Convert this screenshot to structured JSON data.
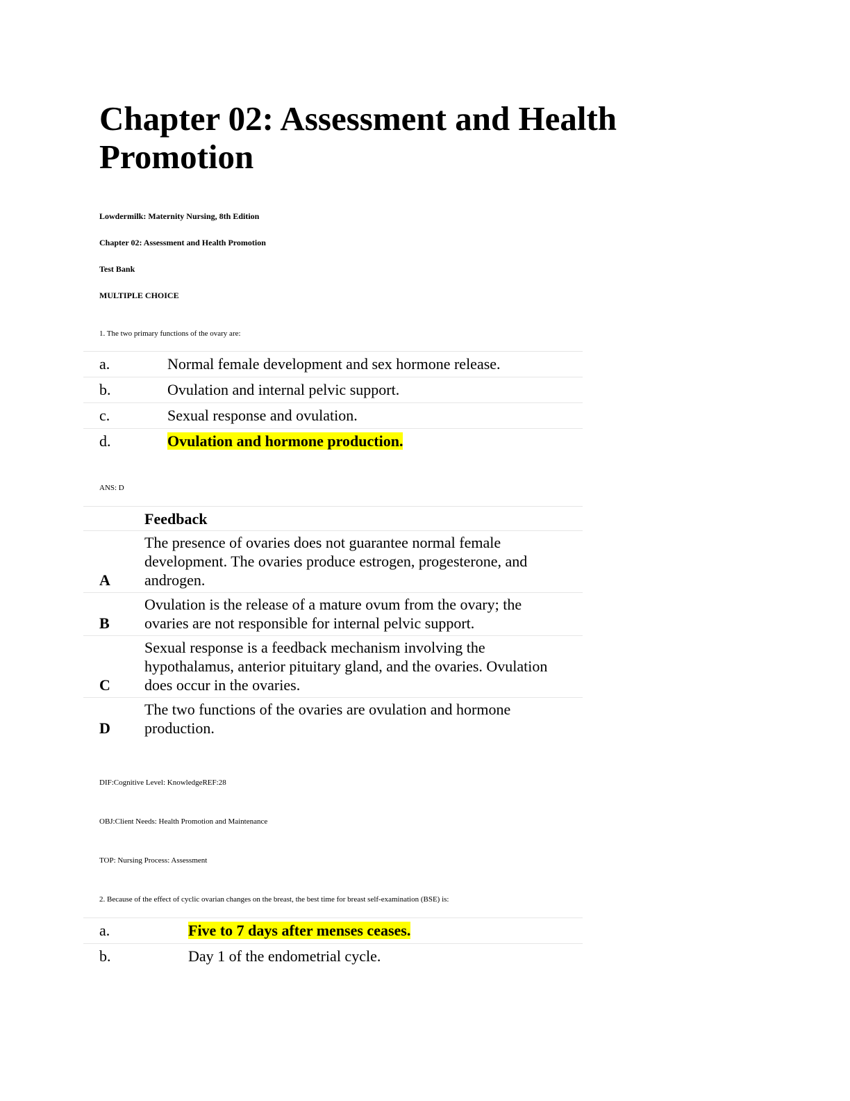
{
  "title": "Chapter 02: Assessment and Health Promotion",
  "header": {
    "book": "Lowdermilk: Maternity Nursing, 8th Edition",
    "chapter": "Chapter 02: Assessment and Health Promotion",
    "type": "Test Bank",
    "section": "MULTIPLE CHOICE"
  },
  "q1": {
    "question": "1. The two primary functions of the ovary are:",
    "options": [
      {
        "letter": "a.",
        "text": "Normal female development and sex hormone release."
      },
      {
        "letter": "b.",
        "text": "Ovulation and internal pelvic support."
      },
      {
        "letter": "c.",
        "text": "Sexual response and ovulation."
      },
      {
        "letter": "d.",
        "text": "Ovulation and hormone production."
      }
    ],
    "answer": "ANS: D",
    "feedback_header": "Feedback",
    "feedback": [
      {
        "key": "A",
        "text": "The presence of ovaries does not guarantee normal female development. The ovaries produce estrogen, progesterone, and androgen."
      },
      {
        "key": "B",
        "text": "Ovulation is the release of a mature ovum from the ovary; the ovaries are not responsible for internal pelvic support."
      },
      {
        "key": "C",
        "text": "Sexual response is a feedback mechanism involving the hypothalamus, anterior pituitary gland, and the ovaries. Ovulation does occur in the ovaries."
      },
      {
        "key": "D",
        "text": "The two functions of the ovaries are ovulation and hormone production."
      }
    ],
    "dif": "DIF:Cognitive Level: KnowledgeREF:28",
    "obj": "OBJ:Client Needs: Health Promotion and Maintenance",
    "top": "TOP: Nursing Process: Assessment"
  },
  "q2": {
    "question": "2. Because of the effect of cyclic ovarian changes on the breast, the best time for breast self-examination (BSE) is:",
    "options": [
      {
        "letter": "a.",
        "text": "Five to 7 days after menses ceases."
      },
      {
        "letter": "b.",
        "text": "Day 1 of the endometrial cycle."
      }
    ]
  },
  "highlight_color": "#ffff00"
}
